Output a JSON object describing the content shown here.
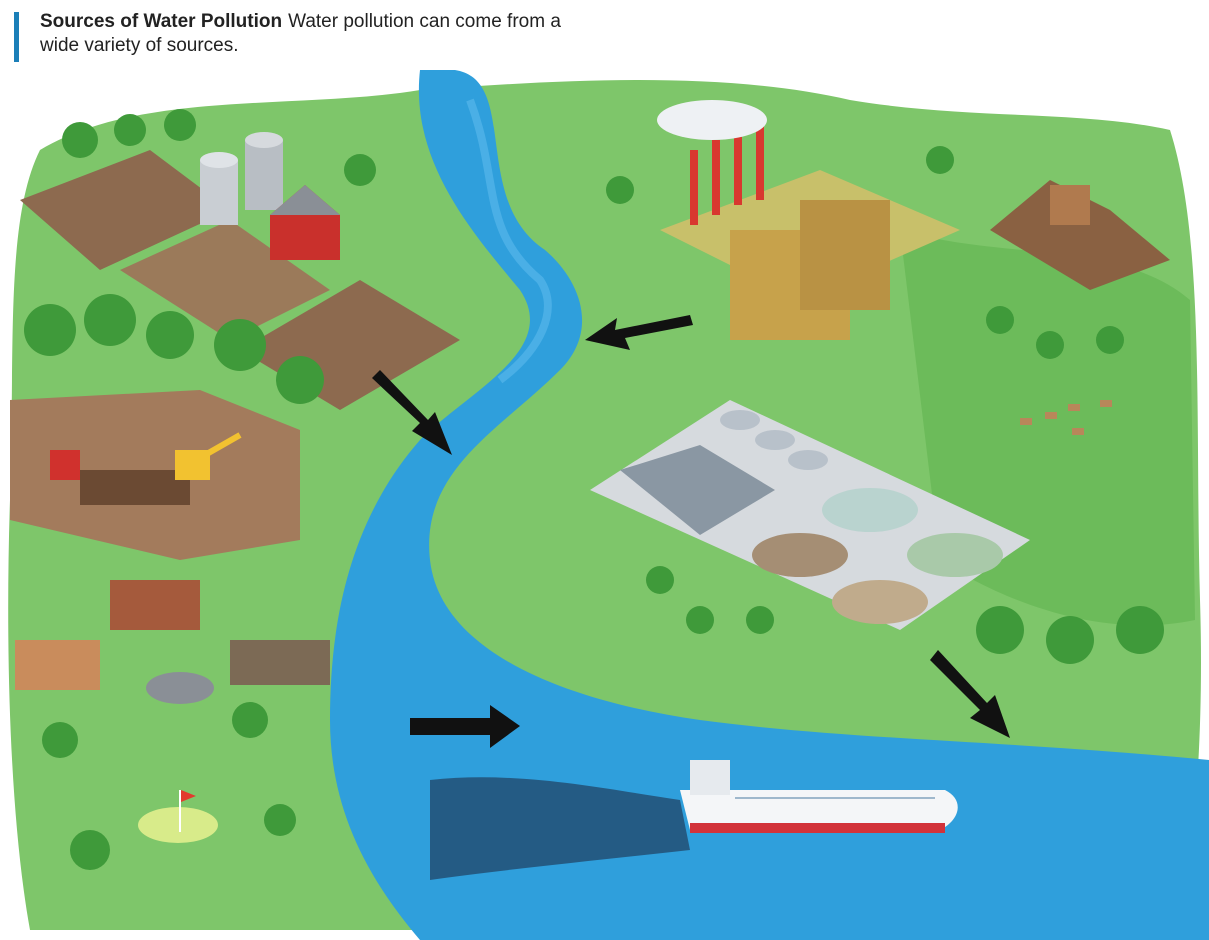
{
  "caption": {
    "title": "Sources of Water Pollution",
    "text": "Water pollution can come from a wide variety of sources."
  },
  "colors": {
    "land": "#7ec66a",
    "land_dark": "#5aa94c",
    "river": "#2f9fdc",
    "river_light": "#55b7ea",
    "arrow": "#111111",
    "accent_bar": "#1b7fb8"
  },
  "icons": [
    "farm",
    "silo",
    "barn",
    "logging-truck",
    "excavator",
    "houses",
    "golf-flag",
    "factory",
    "smokestack",
    "mine",
    "treatment-plant",
    "cattle",
    "oil-tanker",
    "forest",
    "pollution-arrow"
  ]
}
